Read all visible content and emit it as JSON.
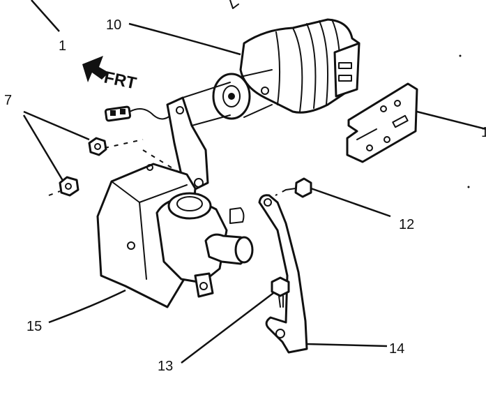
{
  "diagram": {
    "direction_label": "FRT",
    "callouts": {
      "c1": "1",
      "c7": "7",
      "c10": "10",
      "c12": "12",
      "c13": "13",
      "c14": "14",
      "c15": "15",
      "c_right": "1"
    }
  },
  "colors": {
    "ink": "#111111",
    "paper": "#ffffff"
  }
}
